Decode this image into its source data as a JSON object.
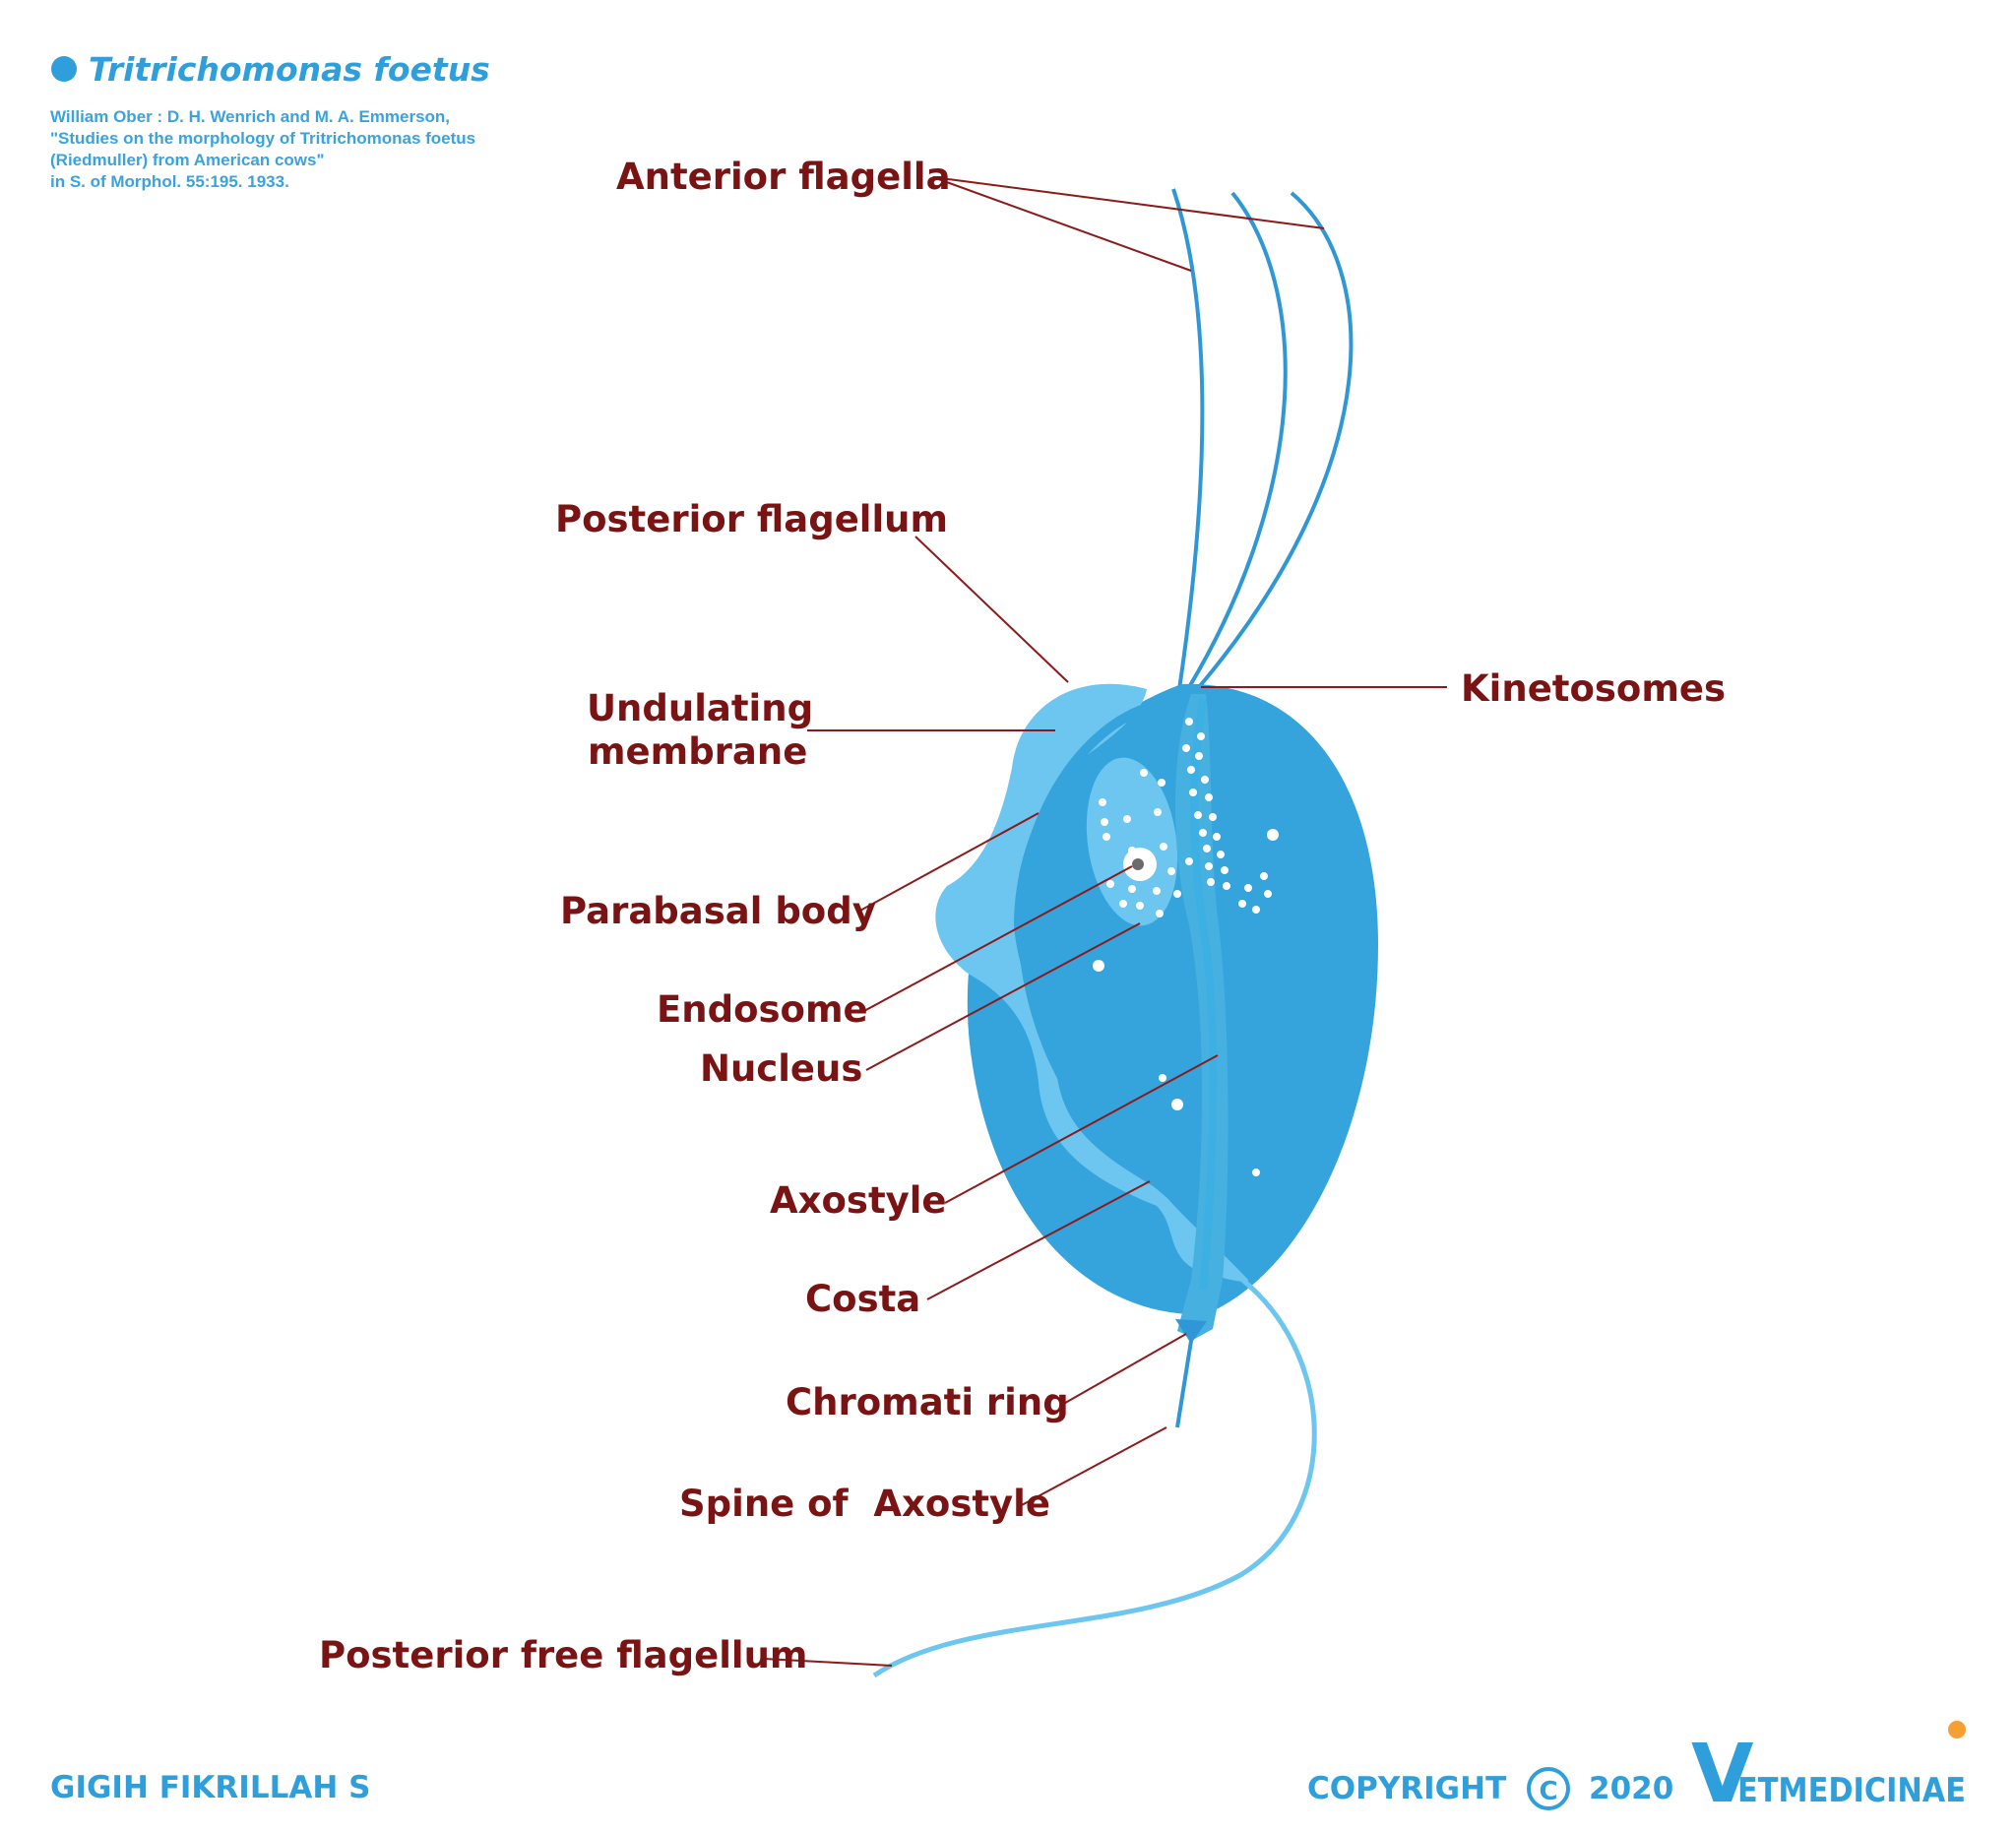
{
  "header": {
    "title": "Tritrichomonas foetus",
    "citation": [
      "William Ober : D. H. Wenrich and M. A. Emmerson,",
      "\"Studies on the morphology of Tritrichomonas foetus",
      "(Riedmuller) from American cows\"",
      "in S. of Morphol. 55:195. 1933."
    ]
  },
  "labels": {
    "anterior_flagella": "Anterior flagella",
    "posterior_flagellum": "Posterior flagellum",
    "undulating_membrane_1": "Undulating",
    "undulating_membrane_2": "membrane",
    "kinetosomes": "Kinetosomes",
    "parabasal_body": "Parabasal body",
    "endosome": "Endosome",
    "nucleus": "Nucleus",
    "axostyle": "Axostyle",
    "costa": "Costa",
    "chromati_ring": "Chromati ring",
    "spine_of_axostyle": "Spine of  Axostyle",
    "posterior_free_flagellum": "Posterior free flagellum"
  },
  "footer": {
    "author": "GIGIH FIKRILLAH S",
    "copyright_word": "COPYRIGHT",
    "copyright_symbol": "C",
    "year": "2020",
    "brand_initial": "V",
    "brand_rest": "ETMEDICINAE"
  },
  "colors": {
    "label_text": "#7a1414",
    "leader_line": "#8b1a1a",
    "body_blue": "#35a4dc",
    "membrane_blue": "#6cc6ef",
    "flagella_blue": "#2f97d6",
    "accent_orange": "#f5a032"
  }
}
